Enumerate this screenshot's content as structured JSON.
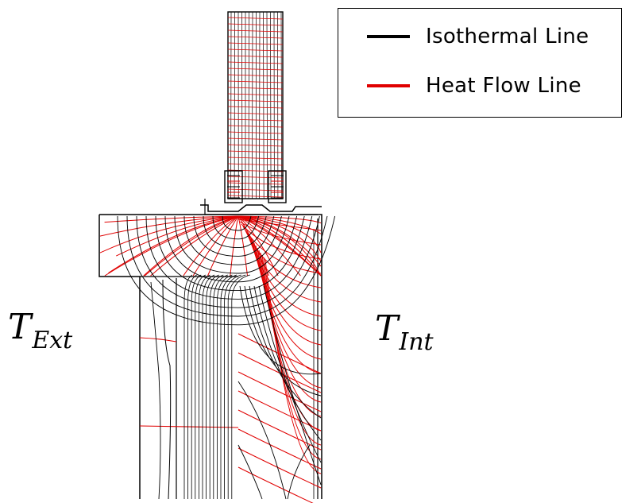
{
  "legend": {
    "items": [
      {
        "label": "Isothermal Line",
        "color": "#000000"
      },
      {
        "label": "Heat Flow Line",
        "color": "#e00000"
      }
    ]
  },
  "labels": {
    "exterior": {
      "symbol": "T",
      "subscript": "Ext"
    },
    "interior": {
      "symbol": "T",
      "subscript": "Int"
    }
  },
  "colors": {
    "isotherm": "#000000",
    "heat_flow": "#e00000",
    "outline": "#000000"
  }
}
